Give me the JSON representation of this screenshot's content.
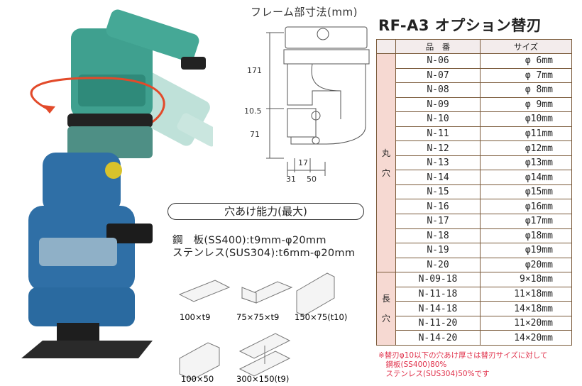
{
  "dimension": {
    "title": "フレーム部寸法(mm)",
    "labels": {
      "h1": "171",
      "h2": "10.5",
      "h3": "71",
      "w1": "17",
      "w2": "31",
      "w3": "50"
    }
  },
  "capacity": {
    "title": "穴あけ能力(最大)",
    "steel": "鋼　板(SS400):t9mm-φ20mm",
    "stainless": "ステンレス(SUS304):t6mm-φ20mm"
  },
  "shapes": [
    {
      "label": "100×t9"
    },
    {
      "label": "75×75×t9"
    },
    {
      "label": "150×75(t10)"
    },
    {
      "label": "100×50"
    },
    {
      "label": "300×150(t9)"
    }
  ],
  "table": {
    "title": "RF-A3 オプション替刃",
    "headers": {
      "part": "品　番",
      "size": "サイズ"
    },
    "groups": [
      {
        "chars": [
          "丸",
          "穴"
        ],
        "rows": [
          {
            "part": "N-06",
            "size": "φ 6mm"
          },
          {
            "part": "N-07",
            "size": "φ 7mm"
          },
          {
            "part": "N-08",
            "size": "φ 8mm"
          },
          {
            "part": "N-09",
            "size": "φ 9mm"
          },
          {
            "part": "N-10",
            "size": "φ10mm"
          },
          {
            "part": "N-11",
            "size": "φ11mm"
          },
          {
            "part": "N-12",
            "size": "φ12mm"
          },
          {
            "part": "N-13",
            "size": "φ13mm"
          },
          {
            "part": "N-14",
            "size": "φ14mm"
          },
          {
            "part": "N-15",
            "size": "φ15mm"
          },
          {
            "part": "N-16",
            "size": "φ16mm"
          },
          {
            "part": "N-17",
            "size": "φ17mm"
          },
          {
            "part": "N-18",
            "size": "φ18mm"
          },
          {
            "part": "N-19",
            "size": "φ19mm"
          },
          {
            "part": "N-20",
            "size": "φ20mm"
          }
        ]
      },
      {
        "chars": [
          "長",
          "穴"
        ],
        "rows": [
          {
            "part": "N-09-18",
            "size": "9×18mm"
          },
          {
            "part": "N-11-18",
            "size": "11×18mm"
          },
          {
            "part": "N-14-18",
            "size": "14×18mm"
          },
          {
            "part": "N-11-20",
            "size": "11×20mm"
          },
          {
            "part": "N-14-20",
            "size": "14×20mm"
          }
        ]
      }
    ]
  },
  "note": {
    "lines": [
      "※替刃φ10以下の穴あけ厚さは替刃サイズに対して",
      "　鋼板(SS400)80%",
      "　ステンレス(SUS304)50%です"
    ]
  },
  "colors": {
    "tool_green": "#3fa08f",
    "tool_blue": "#2f6fa6",
    "table_band": "#f6d9d2",
    "note_red": "#e0304a"
  }
}
